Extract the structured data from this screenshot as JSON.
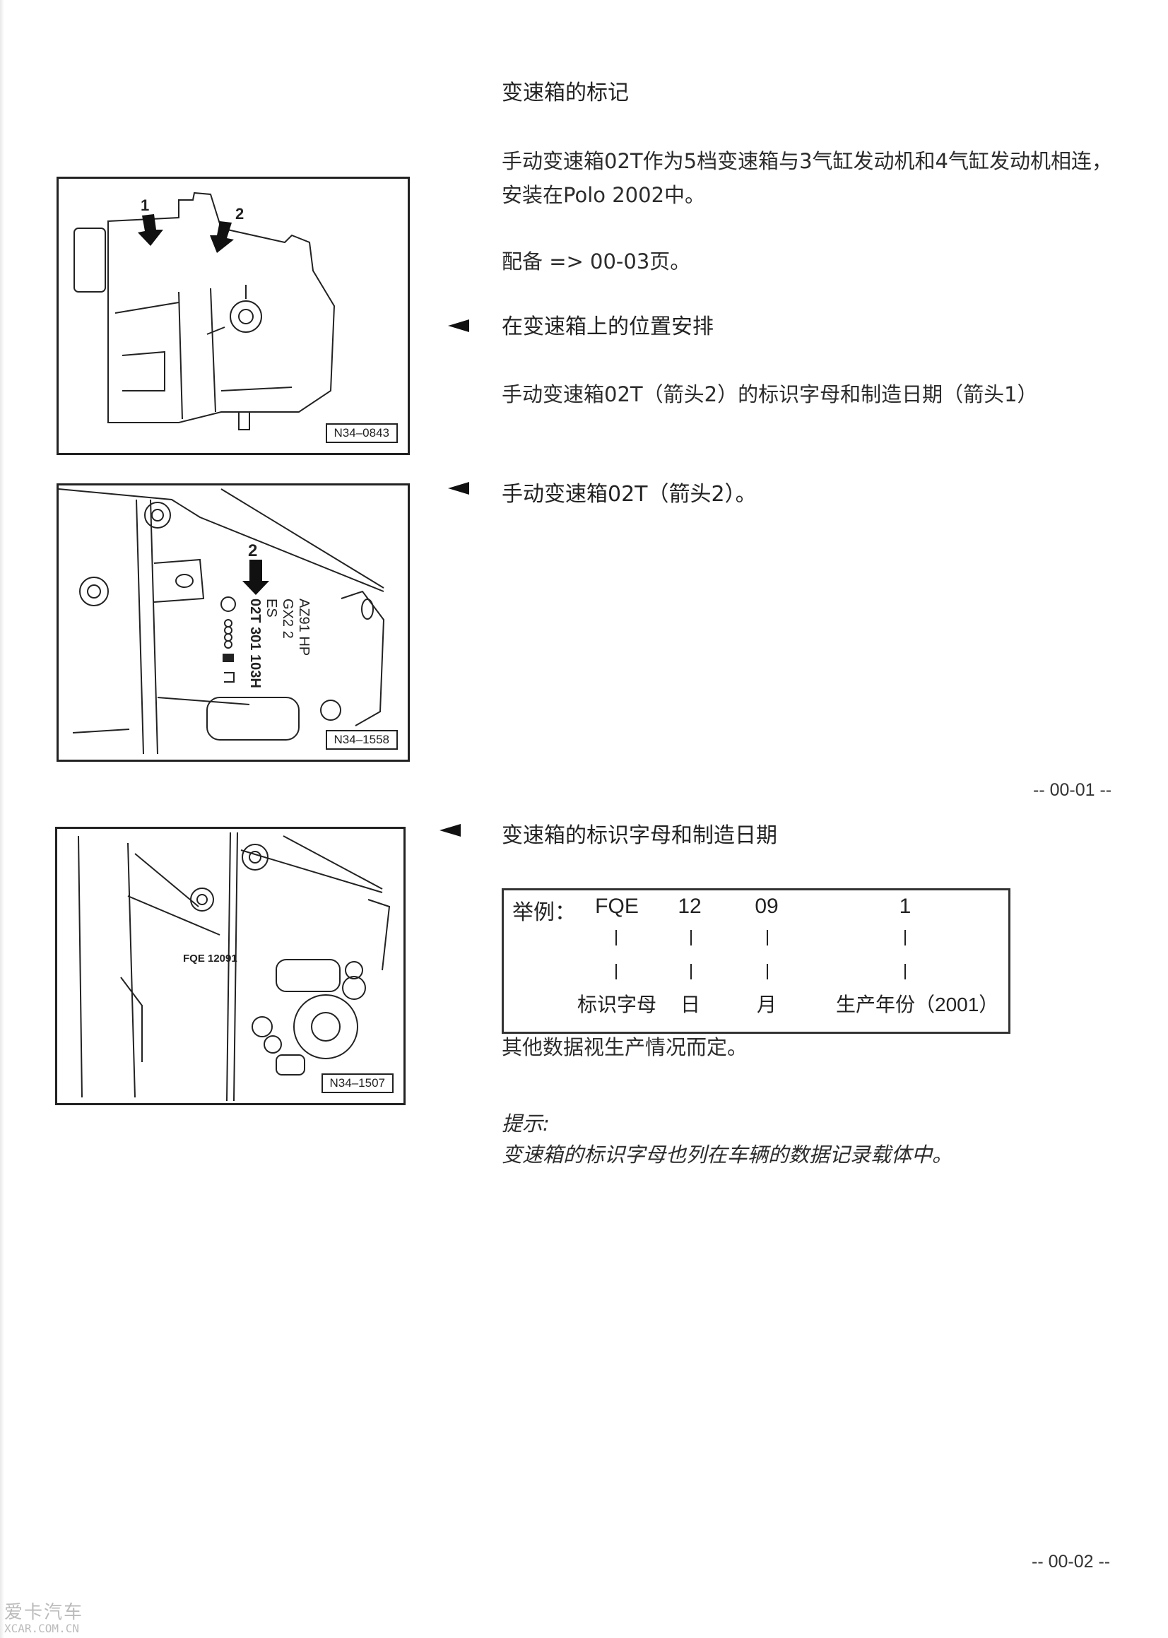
{
  "section": {
    "title": "变速箱的标记",
    "intro_line1": "手动变速箱02T作为5档变速箱与3气缸发动机和4气缸发动机相连，",
    "intro_line2": "安装在Polo 2002中。",
    "equipment_ref": "配备 => 00-03页。"
  },
  "items": [
    {
      "heading": "在变速箱上的位置安排",
      "body": "手动变速箱02T（箭头2）的标识字母和制造日期（箭头1）",
      "figure": {
        "id": "N34–0843",
        "arrow_labels": [
          "1",
          "2"
        ]
      }
    },
    {
      "heading": "手动变速箱02T（箭头2）。",
      "figure": {
        "id": "N34–1558",
        "arrow_label": "2",
        "stamp_lines": [
          "02T  301  103H",
          "ES",
          "GX2  2",
          "AZ91  HP"
        ]
      }
    },
    {
      "heading": "变速箱的标识字母和制造日期",
      "figure": {
        "id": "N34–1507",
        "stamp": "FQE 12091"
      },
      "example": {
        "label": "举例：",
        "code": "FQE",
        "day": "12",
        "month": "09",
        "year": "1",
        "code_desc": "标识字母",
        "day_desc": "日",
        "month_desc": "月",
        "year_desc": "生产年份（2001）"
      },
      "note_after": "其他数据视生产情况而定。"
    }
  ],
  "hint": {
    "label": "提示:",
    "text": "变速箱的标识字母也列在车辆的数据记录载体中。"
  },
  "page_numbers": {
    "first": "-- 00-01 --",
    "second": "-- 00-02 --"
  },
  "watermark": {
    "line1": "爱卡汽车",
    "line2": "XCAR.COM.CN"
  }
}
